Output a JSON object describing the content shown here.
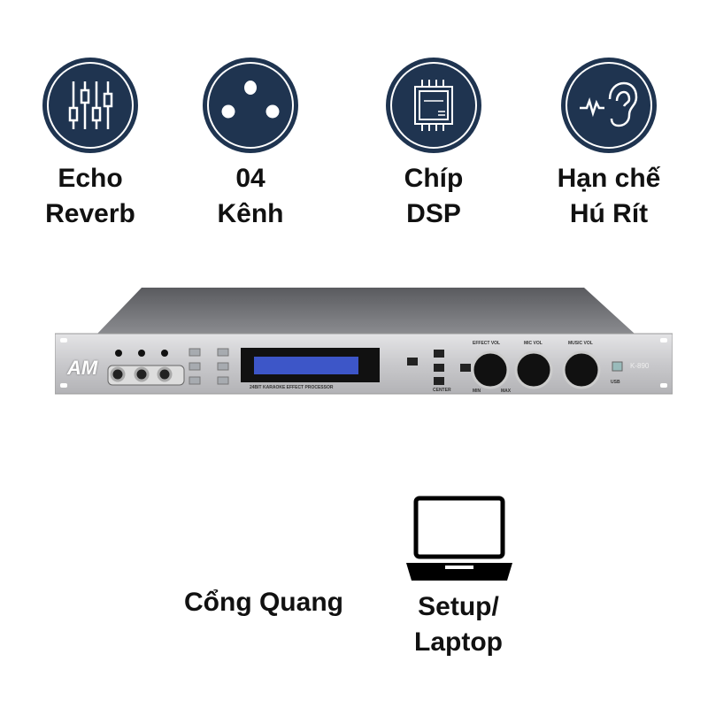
{
  "features": [
    {
      "icon": "equalizer-sliders-icon",
      "line1": "Echo",
      "line2": "Reverb"
    },
    {
      "icon": "xlr-connector-icon",
      "line1": "04",
      "line2": "Kênh"
    },
    {
      "icon": "dsp-chip-icon",
      "line1": "Chíp",
      "line2": "DSP"
    },
    {
      "icon": "ear-feedback-icon",
      "line1": "Hạn chế",
      "line2": "Hú Rít"
    }
  ],
  "device": {
    "brand": "AM",
    "model": "K-890",
    "display_caption": "24BIT KARAOKE EFFECT PROCESSOR",
    "knobs": [
      "EFFECT VOL",
      "MIC VOL",
      "MUSIC VOL"
    ],
    "min": "MIN",
    "max": "MAX",
    "usb": "USB",
    "center": "CENTER"
  },
  "bottom": {
    "optical": "Cổng Quang",
    "setup_line1": "Setup/",
    "setup_line2": "Laptop",
    "laptop_icon": "laptop-icon"
  }
}
